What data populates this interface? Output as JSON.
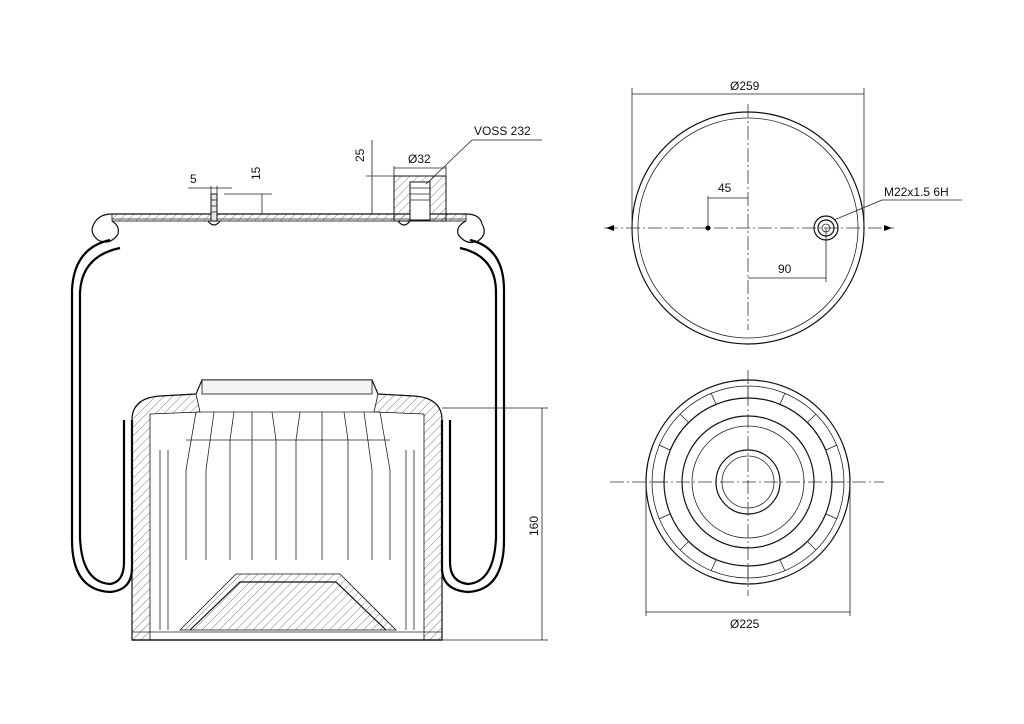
{
  "side_view": {
    "dim_stud_width": "5",
    "dim_stud_height": "15",
    "dim_port_height": "25",
    "dim_port_diameter": "Ø32",
    "port_label": "VOSS 232",
    "dim_height": "160"
  },
  "top_view": {
    "dim_diameter": "Ø259",
    "dim_offset_small": "45",
    "dim_offset_large": "90",
    "thread_label": "M22x1.5 6H"
  },
  "bottom_view": {
    "dim_diameter": "Ø225"
  }
}
